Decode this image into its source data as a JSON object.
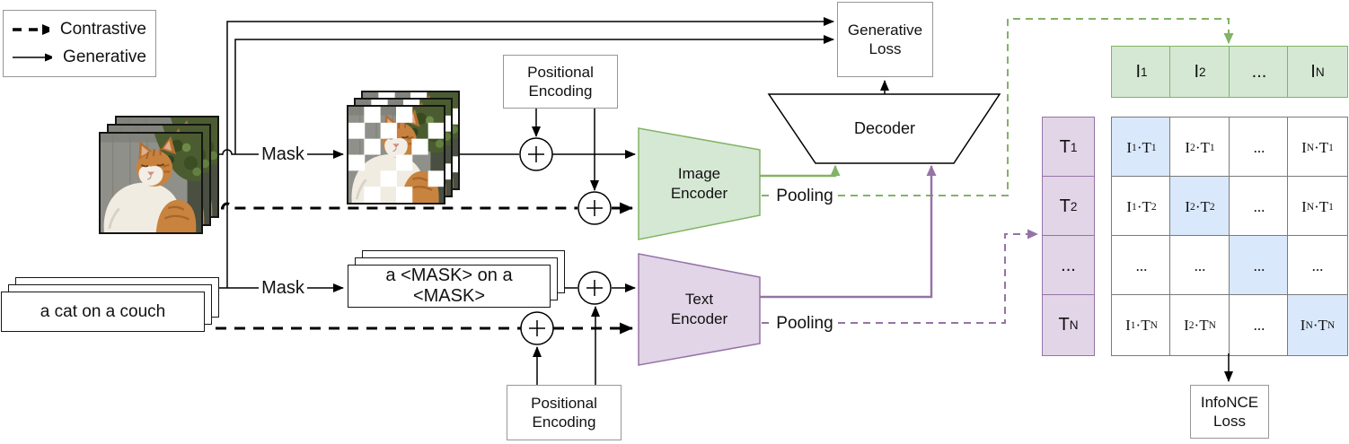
{
  "legend": {
    "contrastive_label": "Contrastive",
    "generative_label": "Generative"
  },
  "image_branch": {
    "mask_label": "Mask",
    "positional_encoding_label": "Positional Encoding",
    "encoder_label": "Image Encoder",
    "pooling_label": "Pooling"
  },
  "text_branch": {
    "caption": "a cat on a couch",
    "masked_caption": "a <MASK> on a <MASK>",
    "mask_label": "Mask",
    "positional_encoding_label": "Positional Encoding",
    "encoder_label": "Text Encoder",
    "pooling_label": "Pooling"
  },
  "decoder_label": "Decoder",
  "generative_loss_label": "Generative Loss",
  "infonce_loss_label": "InfoNCE Loss",
  "plus_symbol": "+",
  "similarity_matrix": {
    "image_row": [
      "I_1",
      "I_2",
      "...",
      "I_N"
    ],
    "text_column": [
      "T_1",
      "T_2",
      "...",
      "T_N"
    ],
    "cells": [
      [
        "I_1·T_1",
        "I_2·T_1",
        "...",
        "I_N·T_1"
      ],
      [
        "I_1·T_2",
        "I_2·T_2",
        "...",
        "I_N·T_1"
      ],
      [
        "...",
        "...",
        "...",
        "..."
      ],
      [
        "I_1·T_N",
        "I_2·T_N",
        "...",
        "I_N·T_N"
      ]
    ],
    "highlighted_diagonal": [
      [
        0,
        0
      ],
      [
        1,
        1
      ],
      [
        2,
        2
      ],
      [
        3,
        3
      ]
    ]
  },
  "colors": {
    "green_fill": "#d5e8d4",
    "green_stroke": "#82b366",
    "purple_fill": "#e1d5e7",
    "purple_stroke": "#9673a6",
    "blue_highlight_fill": "#dae8fc",
    "line_black": "#000000",
    "box_border_gray": "#979797"
  }
}
